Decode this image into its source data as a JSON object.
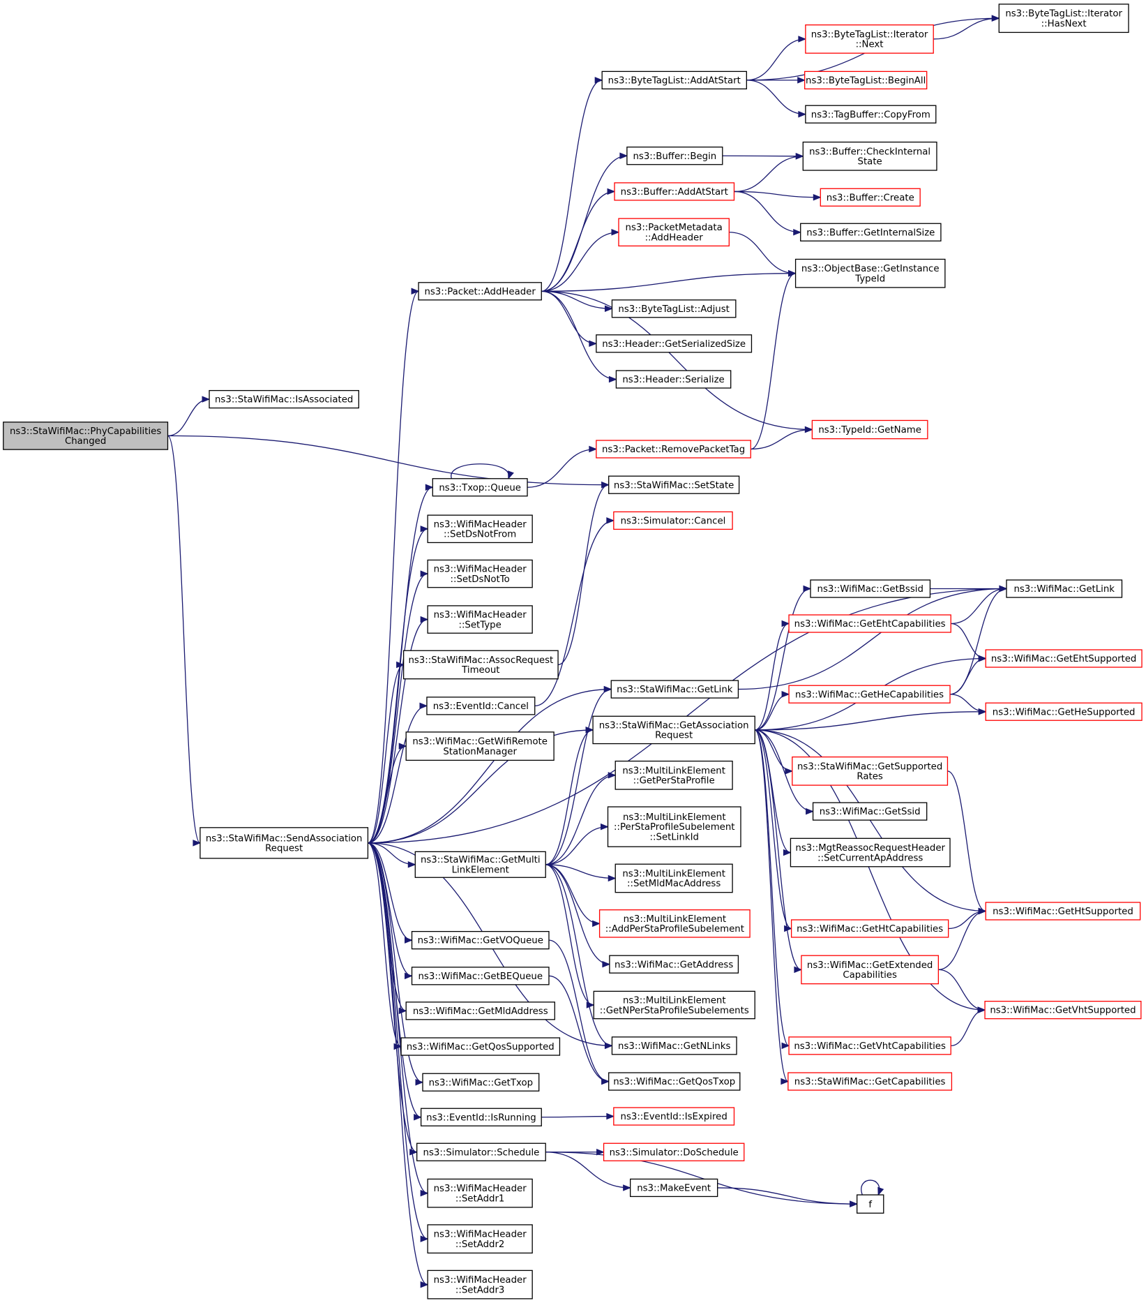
{
  "diagram": {
    "colors": {
      "edge": "#191970",
      "node_border": "#000000",
      "truncated_border": "#ff0000",
      "root_fill": "#bfbfbf",
      "node_fill": "#ffffff"
    },
    "nodes": [
      {
        "id": "n0",
        "lines": [
          "ns3::StaWifiMac::PhyCapabilities",
          "Changed"
        ],
        "style": "root"
      },
      {
        "id": "n1",
        "lines": [
          "ns3::StaWifiMac::IsAssociated"
        ],
        "style": "normal"
      },
      {
        "id": "n2",
        "lines": [
          "ns3::StaWifiMac::SendAssociation",
          "Request"
        ],
        "style": "normal"
      },
      {
        "id": "n3",
        "lines": [
          "ns3::StaWifiMac::SetState"
        ],
        "style": "normal"
      },
      {
        "id": "n4",
        "lines": [
          "ns3::Packet::AddHeader"
        ],
        "style": "normal"
      },
      {
        "id": "n5",
        "lines": [
          "ns3::Txop::Queue"
        ],
        "style": "normal"
      },
      {
        "id": "n6",
        "lines": [
          "ns3::WifiMacHeader",
          "::SetDsNotFrom"
        ],
        "style": "normal"
      },
      {
        "id": "n7",
        "lines": [
          "ns3::WifiMacHeader",
          "::SetDsNotTo"
        ],
        "style": "normal"
      },
      {
        "id": "n8",
        "lines": [
          "ns3::WifiMacHeader",
          "::SetType"
        ],
        "style": "normal"
      },
      {
        "id": "n9",
        "lines": [
          "ns3::StaWifiMac::AssocRequest",
          "Timeout"
        ],
        "style": "normal"
      },
      {
        "id": "n10",
        "lines": [
          "ns3::EventId::Cancel"
        ],
        "style": "normal"
      },
      {
        "id": "n11",
        "lines": [
          "ns3::WifiMac::GetWifiRemote",
          "StationManager"
        ],
        "style": "normal"
      },
      {
        "id": "n12",
        "lines": [
          "ns3::StaWifiMac::GetMulti",
          "LinkElement"
        ],
        "style": "normal"
      },
      {
        "id": "n13",
        "lines": [
          "ns3::WifiMac::GetVOQueue"
        ],
        "style": "normal"
      },
      {
        "id": "n14",
        "lines": [
          "ns3::WifiMac::GetBEQueue"
        ],
        "style": "normal"
      },
      {
        "id": "n15",
        "lines": [
          "ns3::WifiMac::GetMldAddress"
        ],
        "style": "normal"
      },
      {
        "id": "n16",
        "lines": [
          "ns3::WifiMac::GetQosSupported"
        ],
        "style": "normal"
      },
      {
        "id": "n17",
        "lines": [
          "ns3::WifiMac::GetTxop"
        ],
        "style": "normal"
      },
      {
        "id": "n18",
        "lines": [
          "ns3::EventId::IsRunning"
        ],
        "style": "normal"
      },
      {
        "id": "n19",
        "lines": [
          "ns3::Simulator::Schedule"
        ],
        "style": "normal"
      },
      {
        "id": "n20",
        "lines": [
          "ns3::WifiMacHeader",
          "::SetAddr1"
        ],
        "style": "normal"
      },
      {
        "id": "n21",
        "lines": [
          "ns3::WifiMacHeader",
          "::SetAddr2"
        ],
        "style": "normal"
      },
      {
        "id": "n22",
        "lines": [
          "ns3::WifiMacHeader",
          "::SetAddr3"
        ],
        "style": "normal"
      },
      {
        "id": "n23",
        "lines": [
          "ns3::ByteTagList::AddAtStart"
        ],
        "style": "normal"
      },
      {
        "id": "n24",
        "lines": [
          "ns3::Buffer::Begin"
        ],
        "style": "normal"
      },
      {
        "id": "n25",
        "lines": [
          "ns3::Buffer::AddAtStart"
        ],
        "style": "truncated"
      },
      {
        "id": "n26",
        "lines": [
          "ns3::PacketMetadata",
          "::AddHeader"
        ],
        "style": "truncated"
      },
      {
        "id": "n27",
        "lines": [
          "ns3::ObjectBase::GetInstance",
          "TypeId"
        ],
        "style": "normal"
      },
      {
        "id": "n28",
        "lines": [
          "ns3::ByteTagList::Adjust"
        ],
        "style": "normal"
      },
      {
        "id": "n29",
        "lines": [
          "ns3::Header::GetSerializedSize"
        ],
        "style": "normal"
      },
      {
        "id": "n30",
        "lines": [
          "ns3::Header::Serialize"
        ],
        "style": "normal"
      },
      {
        "id": "n31",
        "lines": [
          "ns3::TypeId::GetName"
        ],
        "style": "truncated"
      },
      {
        "id": "n32",
        "lines": [
          "ns3::ByteTagList::Iterator",
          "::HasNext"
        ],
        "style": "normal"
      },
      {
        "id": "n33",
        "lines": [
          "ns3::ByteTagList::Iterator",
          "::Next"
        ],
        "style": "truncated"
      },
      {
        "id": "n34",
        "lines": [
          "ns3::ByteTagList::BeginAll"
        ],
        "style": "truncated"
      },
      {
        "id": "n35",
        "lines": [
          "ns3::TagBuffer::CopyFrom"
        ],
        "style": "normal"
      },
      {
        "id": "n36",
        "lines": [
          "ns3::Buffer::CheckInternal",
          "State"
        ],
        "style": "normal"
      },
      {
        "id": "n37",
        "lines": [
          "ns3::Buffer::Create"
        ],
        "style": "truncated"
      },
      {
        "id": "n38",
        "lines": [
          "ns3::Buffer::GetInternalSize"
        ],
        "style": "normal"
      },
      {
        "id": "n39",
        "lines": [
          "ns3::Packet::RemovePacketTag"
        ],
        "style": "truncated"
      },
      {
        "id": "n40",
        "lines": [
          "ns3::Simulator::Cancel"
        ],
        "style": "truncated"
      },
      {
        "id": "n41",
        "lines": [
          "ns3::StaWifiMac::GetLink"
        ],
        "style": "normal"
      },
      {
        "id": "n42",
        "lines": [
          "ns3::StaWifiMac::GetAssociation",
          "Request"
        ],
        "style": "normal"
      },
      {
        "id": "n43",
        "lines": [
          "ns3::MultiLinkElement",
          "::GetPerStaProfile"
        ],
        "style": "normal"
      },
      {
        "id": "n44",
        "lines": [
          "ns3::MultiLinkElement",
          "::PerStaProfileSubelement",
          "::SetLinkId"
        ],
        "style": "normal"
      },
      {
        "id": "n45",
        "lines": [
          "ns3::MultiLinkElement",
          "::SetMldMacAddress"
        ],
        "style": "normal"
      },
      {
        "id": "n46",
        "lines": [
          "ns3::MultiLinkElement",
          "::AddPerStaProfileSubelement"
        ],
        "style": "truncated"
      },
      {
        "id": "n47",
        "lines": [
          "ns3::WifiMac::GetAddress"
        ],
        "style": "normal"
      },
      {
        "id": "n48",
        "lines": [
          "ns3::MultiLinkElement",
          "::GetNPerStaProfileSubelements"
        ],
        "style": "normal"
      },
      {
        "id": "n49",
        "lines": [
          "ns3::WifiMac::GetNLinks"
        ],
        "style": "normal"
      },
      {
        "id": "n50",
        "lines": [
          "ns3::WifiMac::GetQosTxop"
        ],
        "style": "normal"
      },
      {
        "id": "n51",
        "lines": [
          "ns3::EventId::IsExpired"
        ],
        "style": "truncated"
      },
      {
        "id": "n52",
        "lines": [
          "ns3::Simulator::DoSchedule"
        ],
        "style": "truncated"
      },
      {
        "id": "n53",
        "lines": [
          "ns3::MakeEvent"
        ],
        "style": "normal"
      },
      {
        "id": "n54",
        "lines": [
          "f"
        ],
        "style": "normal"
      },
      {
        "id": "n55",
        "lines": [
          "ns3::WifiMac::GetBssid"
        ],
        "style": "normal"
      },
      {
        "id": "n56",
        "lines": [
          "ns3::WifiMac::GetEhtCapabilities"
        ],
        "style": "truncated"
      },
      {
        "id": "n57",
        "lines": [
          "ns3::WifiMac::GetHeCapabilities"
        ],
        "style": "truncated"
      },
      {
        "id": "n58",
        "lines": [
          "ns3::StaWifiMac::GetSupported",
          "Rates"
        ],
        "style": "truncated"
      },
      {
        "id": "n59",
        "lines": [
          "ns3::WifiMac::GetSsid"
        ],
        "style": "normal"
      },
      {
        "id": "n60",
        "lines": [
          "ns3::MgtReassocRequestHeader",
          "::SetCurrentApAddress"
        ],
        "style": "normal"
      },
      {
        "id": "n61",
        "lines": [
          "ns3::WifiMac::GetHtCapabilities"
        ],
        "style": "truncated"
      },
      {
        "id": "n62",
        "lines": [
          "ns3::WifiMac::GetExtended",
          "Capabilities"
        ],
        "style": "truncated"
      },
      {
        "id": "n63",
        "lines": [
          "ns3::WifiMac::GetVhtCapabilities"
        ],
        "style": "truncated"
      },
      {
        "id": "n64",
        "lines": [
          "ns3::StaWifiMac::GetCapabilities"
        ],
        "style": "truncated"
      },
      {
        "id": "n65",
        "lines": [
          "ns3::WifiMac::GetLink"
        ],
        "style": "normal"
      },
      {
        "id": "n66",
        "lines": [
          "ns3::WifiMac::GetEhtSupported"
        ],
        "style": "truncated"
      },
      {
        "id": "n67",
        "lines": [
          "ns3::WifiMac::GetHeSupported"
        ],
        "style": "truncated"
      },
      {
        "id": "n68",
        "lines": [
          "ns3::WifiMac::GetHtSupported"
        ],
        "style": "truncated"
      },
      {
        "id": "n69",
        "lines": [
          "ns3::WifiMac::GetVhtSupported"
        ],
        "style": "truncated"
      }
    ],
    "edges": [
      [
        "n0",
        "n1"
      ],
      [
        "n0",
        "n2"
      ],
      [
        "n0",
        "n3"
      ],
      [
        "n2",
        "n4"
      ],
      [
        "n2",
        "n5"
      ],
      [
        "n2",
        "n6"
      ],
      [
        "n2",
        "n7"
      ],
      [
        "n2",
        "n8"
      ],
      [
        "n2",
        "n9"
      ],
      [
        "n2",
        "n10"
      ],
      [
        "n2",
        "n11"
      ],
      [
        "n2",
        "n12"
      ],
      [
        "n2",
        "n13"
      ],
      [
        "n2",
        "n14"
      ],
      [
        "n2",
        "n15"
      ],
      [
        "n2",
        "n16"
      ],
      [
        "n2",
        "n17"
      ],
      [
        "n2",
        "n18"
      ],
      [
        "n2",
        "n19"
      ],
      [
        "n2",
        "n20"
      ],
      [
        "n2",
        "n21"
      ],
      [
        "n2",
        "n22"
      ],
      [
        "n2",
        "n41"
      ],
      [
        "n2",
        "n42"
      ],
      [
        "n2",
        "n49"
      ],
      [
        "n2",
        "n65"
      ],
      [
        "n4",
        "n23"
      ],
      [
        "n4",
        "n24"
      ],
      [
        "n4",
        "n25"
      ],
      [
        "n4",
        "n26"
      ],
      [
        "n4",
        "n27"
      ],
      [
        "n4",
        "n28"
      ],
      [
        "n4",
        "n29"
      ],
      [
        "n4",
        "n30"
      ],
      [
        "n4",
        "n31"
      ],
      [
        "n23",
        "n32"
      ],
      [
        "n23",
        "n33"
      ],
      [
        "n23",
        "n34"
      ],
      [
        "n23",
        "n35"
      ],
      [
        "n33",
        "n32"
      ],
      [
        "n24",
        "n36"
      ],
      [
        "n25",
        "n36"
      ],
      [
        "n25",
        "n37"
      ],
      [
        "n25",
        "n38"
      ],
      [
        "n26",
        "n27"
      ],
      [
        "n5",
        "n5"
      ],
      [
        "n5",
        "n39"
      ],
      [
        "n39",
        "n27"
      ],
      [
        "n39",
        "n31"
      ],
      [
        "n9",
        "n3"
      ],
      [
        "n10",
        "n40"
      ],
      [
        "n12",
        "n41"
      ],
      [
        "n12",
        "n42"
      ],
      [
        "n12",
        "n43"
      ],
      [
        "n12",
        "n44"
      ],
      [
        "n12",
        "n45"
      ],
      [
        "n12",
        "n46"
      ],
      [
        "n12",
        "n47"
      ],
      [
        "n12",
        "n48"
      ],
      [
        "n12",
        "n49"
      ],
      [
        "n13",
        "n50"
      ],
      [
        "n14",
        "n50"
      ],
      [
        "n18",
        "n51"
      ],
      [
        "n19",
        "n52"
      ],
      [
        "n19",
        "n53"
      ],
      [
        "n19",
        "n54"
      ],
      [
        "n53",
        "n54"
      ],
      [
        "n54",
        "n54"
      ],
      [
        "n41",
        "n65"
      ],
      [
        "n42",
        "n55"
      ],
      [
        "n42",
        "n56"
      ],
      [
        "n42",
        "n57"
      ],
      [
        "n42",
        "n58"
      ],
      [
        "n42",
        "n59"
      ],
      [
        "n42",
        "n60"
      ],
      [
        "n42",
        "n61"
      ],
      [
        "n42",
        "n62"
      ],
      [
        "n42",
        "n63"
      ],
      [
        "n42",
        "n64"
      ],
      [
        "n42",
        "n66"
      ],
      [
        "n42",
        "n67"
      ],
      [
        "n42",
        "n68"
      ],
      [
        "n42",
        "n69"
      ],
      [
        "n55",
        "n65"
      ],
      [
        "n56",
        "n65"
      ],
      [
        "n56",
        "n66"
      ],
      [
        "n57",
        "n65"
      ],
      [
        "n57",
        "n66"
      ],
      [
        "n57",
        "n67"
      ],
      [
        "n58",
        "n68"
      ],
      [
        "n61",
        "n68"
      ],
      [
        "n62",
        "n68"
      ],
      [
        "n62",
        "n69"
      ],
      [
        "n63",
        "n69"
      ]
    ]
  }
}
